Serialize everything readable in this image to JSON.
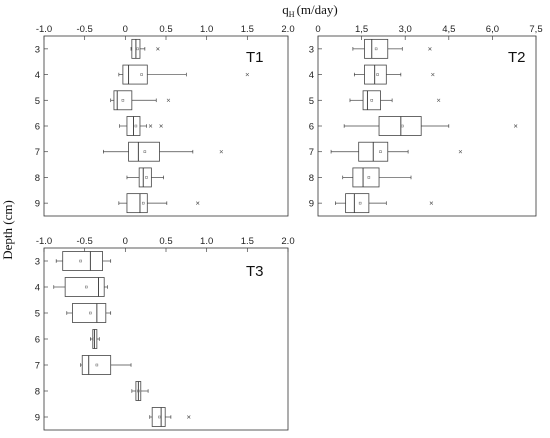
{
  "figure": {
    "xlabel_main": "q",
    "xlabel_sub": "H",
    "xlabel_unit": "(m/day)",
    "ylabel": "Depth (cm)"
  },
  "chart_data": [
    {
      "type": "box",
      "panel": "T1",
      "xlim": [
        -1.0,
        2.0
      ],
      "xticks": [
        -1.0,
        -0.5,
        0,
        0.5,
        1.0,
        1.5,
        2.0
      ],
      "xtick_labels": [
        "-1.0",
        "-0.5",
        "0",
        "0.5",
        "1.0",
        "1.5",
        "2.0"
      ],
      "yticks": [
        "3",
        "4",
        "5",
        "6",
        "7",
        "8",
        "9"
      ],
      "boxes": [
        {
          "depth": "3",
          "min": 0.07,
          "q1": 0.08,
          "median": 0.13,
          "mean": 0.15,
          "q3": 0.18,
          "max": 0.24,
          "outliers": [
            0.4
          ]
        },
        {
          "depth": "4",
          "min": -0.08,
          "q1": -0.03,
          "median": 0.04,
          "mean": 0.2,
          "q3": 0.27,
          "max": 0.75,
          "outliers": [
            1.5
          ]
        },
        {
          "depth": "5",
          "min": -0.18,
          "q1": -0.14,
          "median": -0.1,
          "mean": -0.03,
          "q3": 0.08,
          "max": 0.38,
          "outliers": [
            0.53
          ]
        },
        {
          "depth": "6",
          "min": -0.07,
          "q1": 0.02,
          "median": 0.1,
          "mean": 0.13,
          "q3": 0.18,
          "max": 0.26,
          "outliers": [
            0.31,
            0.44
          ]
        },
        {
          "depth": "7",
          "min": -0.27,
          "q1": 0.04,
          "median": 0.16,
          "mean": 0.24,
          "q3": 0.42,
          "max": 0.83,
          "outliers": [
            1.18
          ]
        },
        {
          "depth": "8",
          "min": 0.02,
          "q1": 0.17,
          "median": 0.22,
          "mean": 0.26,
          "q3": 0.32,
          "max": 0.47,
          "outliers": []
        },
        {
          "depth": "9",
          "min": -0.08,
          "q1": 0.02,
          "median": 0.18,
          "mean": 0.22,
          "q3": 0.27,
          "max": 0.51,
          "outliers": [
            0.89
          ]
        }
      ]
    },
    {
      "type": "box",
      "panel": "T2",
      "xlim": [
        0,
        7.5
      ],
      "xticks": [
        0,
        1.5,
        3.0,
        4.5,
        6.0,
        7.5
      ],
      "xtick_labels": [
        "0",
        "1,5",
        "3,0",
        "4,5",
        "6,0",
        "7,5"
      ],
      "yticks": [
        "3",
        "4",
        "5",
        "6",
        "7",
        "8",
        "9"
      ],
      "boxes": [
        {
          "depth": "3",
          "min": 1.2,
          "q1": 1.6,
          "median": 1.85,
          "mean": 2.0,
          "q3": 2.4,
          "max": 2.9,
          "outliers": [
            3.85
          ]
        },
        {
          "depth": "4",
          "min": 1.25,
          "q1": 1.6,
          "median": 1.95,
          "mean": 2.05,
          "q3": 2.35,
          "max": 2.85,
          "outliers": [
            3.95
          ]
        },
        {
          "depth": "5",
          "min": 1.1,
          "q1": 1.55,
          "median": 1.7,
          "mean": 1.85,
          "q3": 2.15,
          "max": 2.55,
          "outliers": [
            4.15
          ]
        },
        {
          "depth": "6",
          "min": 0.9,
          "q1": 2.1,
          "median": 2.85,
          "mean": 2.9,
          "q3": 3.55,
          "max": 4.5,
          "outliers": [
            6.8
          ]
        },
        {
          "depth": "7",
          "min": 0.45,
          "q1": 1.4,
          "median": 1.9,
          "mean": 2.15,
          "q3": 2.4,
          "max": 3.1,
          "outliers": [
            4.9
          ]
        },
        {
          "depth": "8",
          "min": 0.85,
          "q1": 1.2,
          "median": 1.55,
          "mean": 1.75,
          "q3": 2.1,
          "max": 3.2,
          "outliers": []
        },
        {
          "depth": "9",
          "min": 0.6,
          "q1": 0.95,
          "median": 1.25,
          "mean": 1.45,
          "q3": 1.75,
          "max": 2.35,
          "outliers": [
            3.9
          ]
        }
      ]
    },
    {
      "type": "box",
      "panel": "T3",
      "xlim": [
        -1.0,
        2.0
      ],
      "xticks": [
        -1.0,
        -0.5,
        0,
        0.5,
        1.0,
        1.5,
        2.0
      ],
      "xtick_labels": [
        "-1.0",
        "-0.5",
        "0",
        "0.5",
        "1.0",
        "1.5",
        "2.0"
      ],
      "yticks": [
        "3",
        "4",
        "5",
        "6",
        "7",
        "8",
        "9"
      ],
      "boxes": [
        {
          "depth": "3",
          "min": -0.85,
          "q1": -0.77,
          "median": -0.43,
          "mean": -0.55,
          "q3": -0.28,
          "max": -0.18,
          "outliers": []
        },
        {
          "depth": "4",
          "min": -0.88,
          "q1": -0.74,
          "median": -0.33,
          "mean": -0.48,
          "q3": -0.26,
          "max": -0.22,
          "outliers": []
        },
        {
          "depth": "5",
          "min": -0.72,
          "q1": -0.65,
          "median": -0.35,
          "mean": -0.43,
          "q3": -0.24,
          "max": -0.18,
          "outliers": []
        },
        {
          "depth": "6",
          "min": -0.43,
          "q1": -0.4,
          "median": -0.38,
          "mean": -0.39,
          "q3": -0.35,
          "max": -0.32,
          "outliers": []
        },
        {
          "depth": "7",
          "min": -0.55,
          "q1": -0.53,
          "median": -0.45,
          "mean": -0.35,
          "q3": -0.18,
          "max": 0.07,
          "outliers": []
        },
        {
          "depth": "8",
          "min": 0.08,
          "q1": 0.13,
          "median": 0.16,
          "mean": 0.16,
          "q3": 0.19,
          "max": 0.28,
          "outliers": []
        },
        {
          "depth": "9",
          "min": 0.3,
          "q1": 0.33,
          "median": 0.44,
          "mean": 0.42,
          "q3": 0.49,
          "max": 0.56,
          "outliers": [
            0.78
          ]
        }
      ]
    }
  ]
}
